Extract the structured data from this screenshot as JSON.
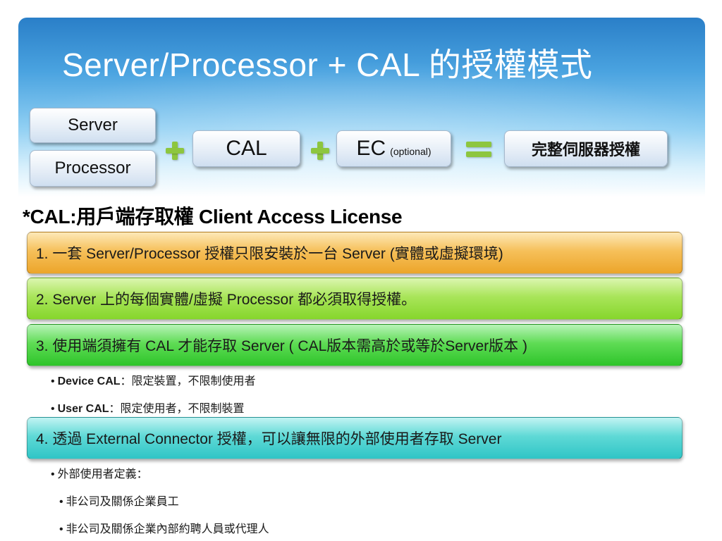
{
  "title": "Server/Processor + CAL 的授權模式",
  "diagram": {
    "server": "Server",
    "processor": "Processor",
    "cal": "CAL",
    "ec": "EC",
    "ec_note": "(optional)",
    "full_license": "完整伺服器授權"
  },
  "subheading": {
    "prefix": "*CAL:",
    "zh": "用戶端存取權",
    "en": " Client Access License"
  },
  "items": [
    {
      "text": "1. 一套 Server/Processor 授權只限安裝於一台 Server (實體或虛擬環境)"
    },
    {
      "text": "2. Server 上的每個實體/虛擬 Processor 都必須取得授權。"
    },
    {
      "text": "3. 使用端須擁有 CAL 才能存取 Server ( CAL版本需高於或等於Server版本 )"
    },
    {
      "text": "4. 透過 External Connector 授權，可以讓無限的外部使用者存取 Server"
    }
  ],
  "bullets": {
    "device_term": "Device CAL",
    "device_desc": "：限定裝置，不限制使用者",
    "user_term": "User CAL",
    "user_desc": "：限定使用者，不限制裝置",
    "external_def": "外部使用者定義：",
    "external_1": "非公司及關係企業員工",
    "external_2": "非公司及關係企業內部約聘人員或代理人",
    "dot": "•"
  },
  "colors": {
    "item1": "#f6c05a",
    "item2": "#a9e55a",
    "item3": "#5fdc55",
    "item4": "#5fd9d6",
    "plus": "#8dc63f"
  }
}
